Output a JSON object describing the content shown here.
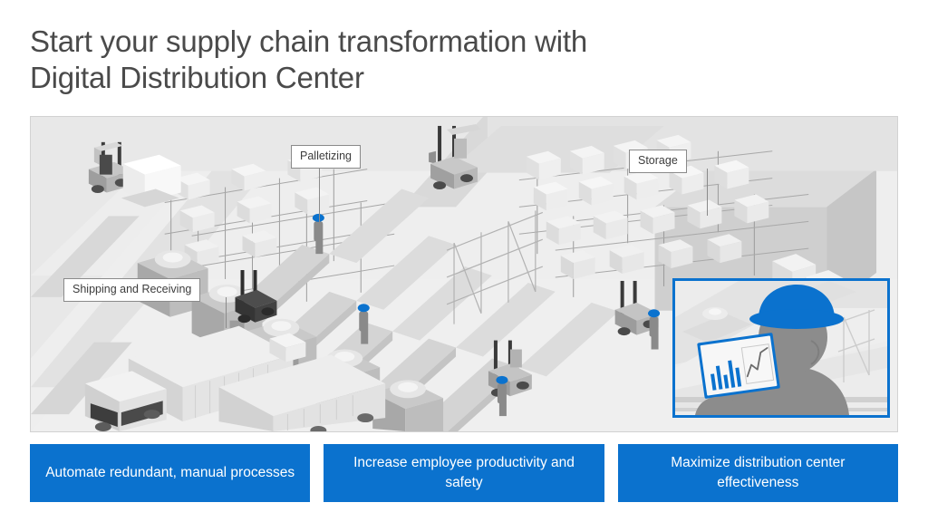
{
  "title": {
    "line1": "Start your supply chain transformation with",
    "line2": "Digital Distribution Center"
  },
  "illustration": {
    "alt_name": "isometric-digital-distribution-center-warehouse",
    "labels": {
      "palletizing": "Palletizing",
      "storage": "Storage",
      "shipping": "Shipping and Receiving"
    },
    "inset": {
      "name": "warehouse-worker-with-tablet",
      "hardhat_color": "#0b72ce",
      "figure_color": "#8c8c8c",
      "tablet_border_color": "#0b72ce",
      "tablet_bar_color": "#0b72ce",
      "tablet_line_color": "#6b6b6b"
    }
  },
  "benefits": [
    {
      "text": "Automate redundant, manual processes"
    },
    {
      "text": "Increase employee productivity and safety"
    },
    {
      "text": "Maximize distribution center effectiveness"
    }
  ],
  "colors": {
    "accent_blue": "#0b72ce",
    "title_text": "#4a4a4a",
    "panel_background": "#e6e6e6",
    "panel_border": "#d2d2d2",
    "label_text": "#3c3c3c",
    "page_background": "#ffffff"
  }
}
